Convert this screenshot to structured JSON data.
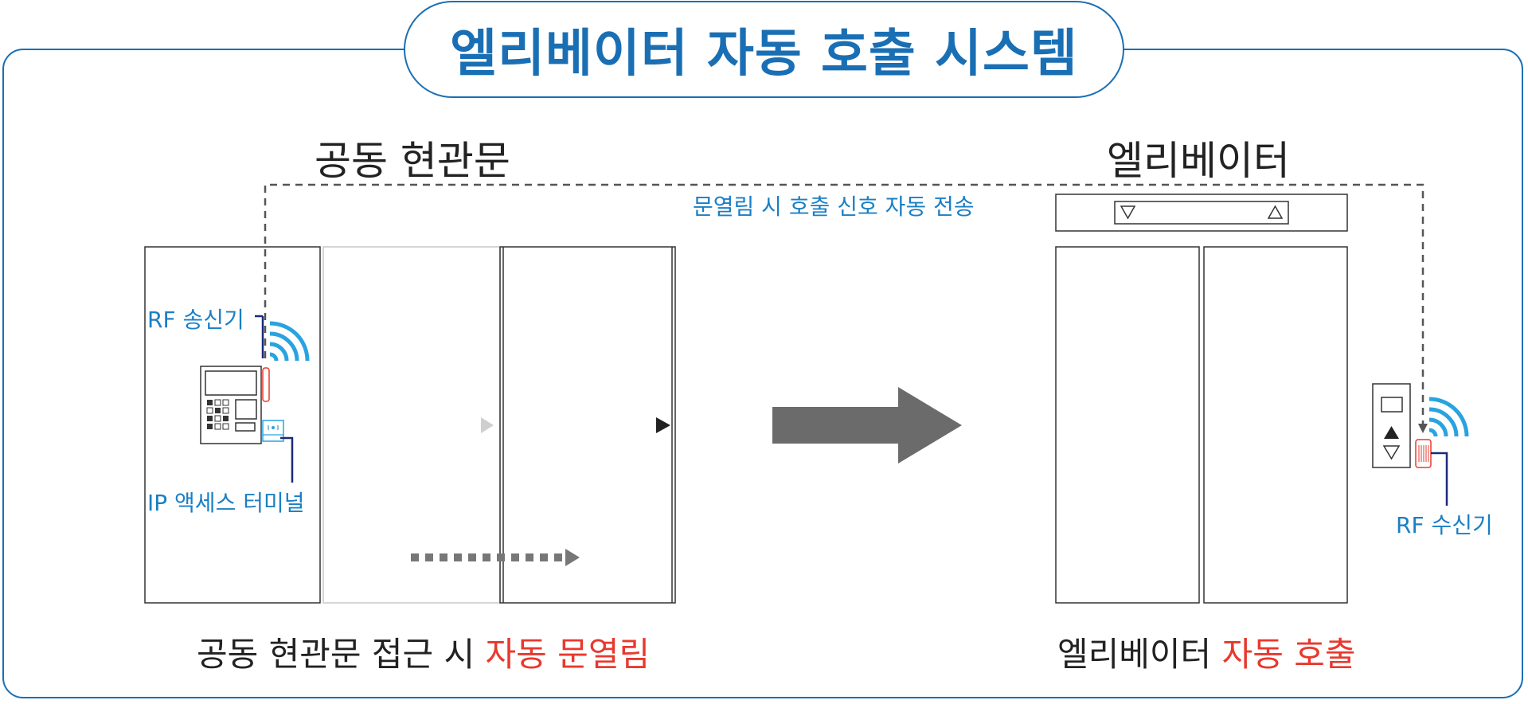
{
  "title": "엘리베이터 자동 호출 시스템",
  "left_section": {
    "heading": "공동 현관문",
    "rf_transmitter_label": "RF 송신기",
    "terminal_label": "IP 액세스 터미널",
    "caption_plain": "공동 현관문 접근 시",
    "caption_accent": "자동 문열림"
  },
  "signal_label": "문열림 시 호출 신호 자동 전송",
  "right_section": {
    "heading": "엘리베이터",
    "rf_receiver_label": "RF 수신기",
    "caption_plain": "엘리베이터",
    "caption_accent": "자동 호출"
  },
  "colors": {
    "brand_blue": "#1a6fb4",
    "label_blue": "#1a7fc4",
    "accent_red": "#e8392f",
    "wifi_blue": "#29a3e0",
    "arrow_gray": "#6b6b6b"
  },
  "icons": [
    "wifi-signal-icon",
    "keypad-terminal-icon",
    "card-reader-icon",
    "up-triangle-icon",
    "down-triangle-icon",
    "arrow-right-icon"
  ]
}
